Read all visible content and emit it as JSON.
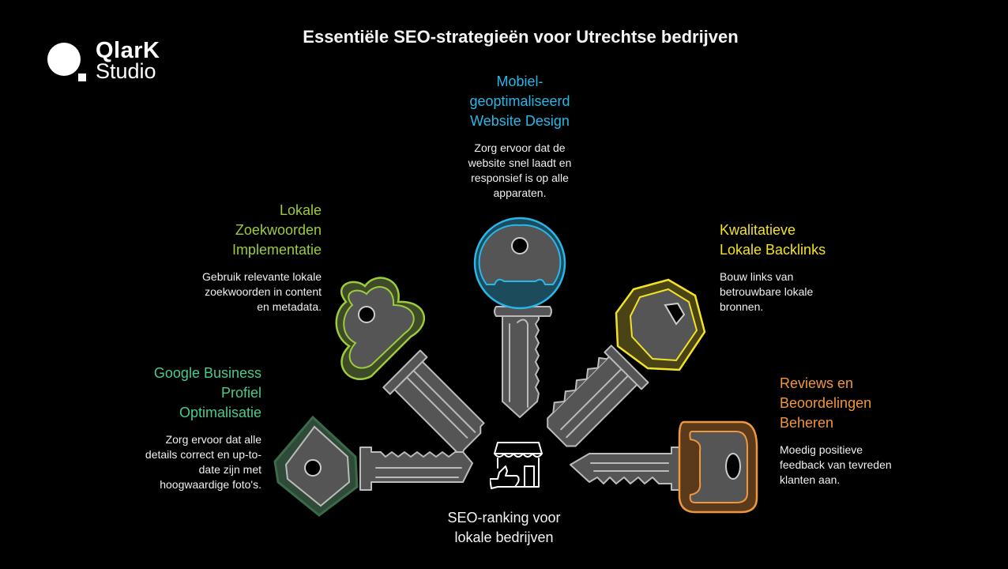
{
  "brand": {
    "line1": "QlarK",
    "line2": "Studio"
  },
  "title": "Essentiële SEO-strategieën voor Utrechtse bedrijven",
  "center": {
    "label_line1": "SEO-ranking voor",
    "label_line2": "lokale bedrijven",
    "icon": "storefront-thumbs-up-icon"
  },
  "strategies": [
    {
      "id": "mobile",
      "color": "#29b6e8",
      "head_lines": [
        "Mobiel-",
        "geoptimaliseerd",
        "Website Design"
      ],
      "desc_lines": [
        "Zorg ervoor dat de",
        "website snel laadt en",
        "responsief is op alle",
        "apparaten."
      ],
      "icon": "round-key-icon"
    },
    {
      "id": "keywords",
      "color": "#9ccc3c",
      "head_lines": [
        "Lokale",
        "Zoekwoorden",
        "Implementatie"
      ],
      "desc_lines": [
        "Gebruik relevante lokale",
        "zoekwoorden in content",
        "en metadata."
      ],
      "icon": "clover-key-icon"
    },
    {
      "id": "backlinks",
      "color": "#f2e227",
      "head_lines": [
        "Kwalitatieve",
        "Lokale Backlinks"
      ],
      "desc_lines": [
        "Bouw links van",
        "betrouwbare lokale",
        "bronnen."
      ],
      "icon": "hexagon-key-icon"
    },
    {
      "id": "google-business",
      "color": "#4fc98a",
      "head_lines": [
        "Google Business",
        "Profiel",
        "Optimalisatie"
      ],
      "desc_lines": [
        "Zorg ervoor dat alle",
        "details correct en up-to-",
        "date zijn met",
        "hoogwaardige foto's."
      ],
      "icon": "diamond-key-icon"
    },
    {
      "id": "reviews",
      "color": "#f0963c",
      "head_lines": [
        "Reviews en",
        "Beoordelingen",
        "Beheren"
      ],
      "desc_lines": [
        "Moedig positieve",
        "feedback van tevreden",
        "klanten aan."
      ],
      "icon": "rounded-rect-key-icon"
    }
  ]
}
